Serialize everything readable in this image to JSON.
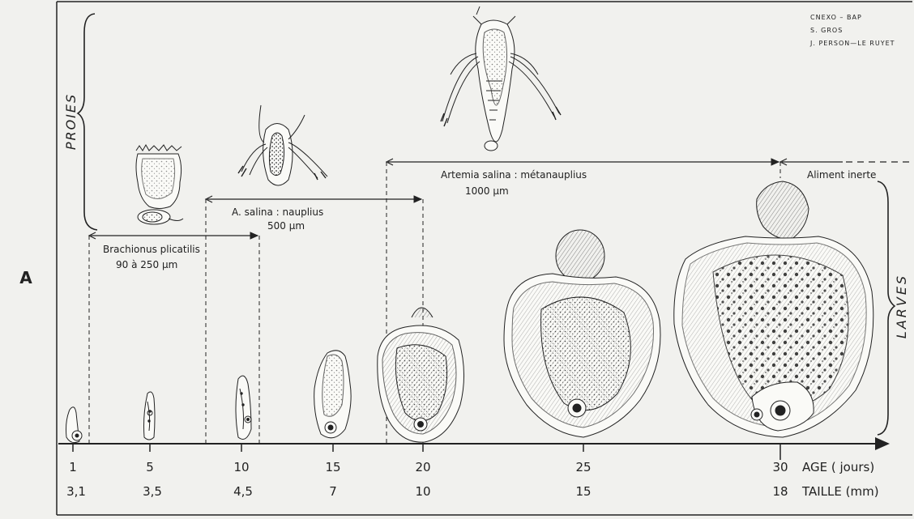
{
  "panel_letter": "A",
  "credits": [
    "CNEXO – BAP",
    "S. GROS",
    "J. PERSON—LE RUYET"
  ],
  "group_labels": {
    "prey": "PROIES",
    "larvae": "LARVES"
  },
  "prey_ranges": [
    {
      "name": "Brachionus plicatilis",
      "size": "90 à 250 µm",
      "from_day": 1,
      "to_day": 10
    },
    {
      "name": "A. salina : nauplius",
      "size": "500 µm",
      "from_day": 10,
      "to_day": 20
    },
    {
      "name": "Artemia salina : métanauplius",
      "size": "1000 µm",
      "from_day": 20,
      "to_day": 30
    },
    {
      "name": "Aliment inerte",
      "size": "",
      "from_day": 30,
      "to_day": null
    }
  ],
  "axis": {
    "age_label": "AGE ( jours)",
    "size_label": "TAILLE (mm)",
    "ticks": [
      {
        "age": "1",
        "size": "3,1"
      },
      {
        "age": "5",
        "size": "3,5"
      },
      {
        "age": "10",
        "size": "4,5"
      },
      {
        "age": "15",
        "size": "7"
      },
      {
        "age": "20",
        "size": "10"
      },
      {
        "age": "25",
        "size": "15"
      },
      {
        "age": "30",
        "size": "18"
      }
    ]
  },
  "larvae": [
    {
      "age_day": 1,
      "size_mm": 3.1
    },
    {
      "age_day": 5,
      "size_mm": 3.5
    },
    {
      "age_day": 10,
      "size_mm": 4.5
    },
    {
      "age_day": 15,
      "size_mm": 7
    },
    {
      "age_day": 20,
      "size_mm": 10
    },
    {
      "age_day": 25,
      "size_mm": 15
    },
    {
      "age_day": 30,
      "size_mm": 18
    }
  ]
}
